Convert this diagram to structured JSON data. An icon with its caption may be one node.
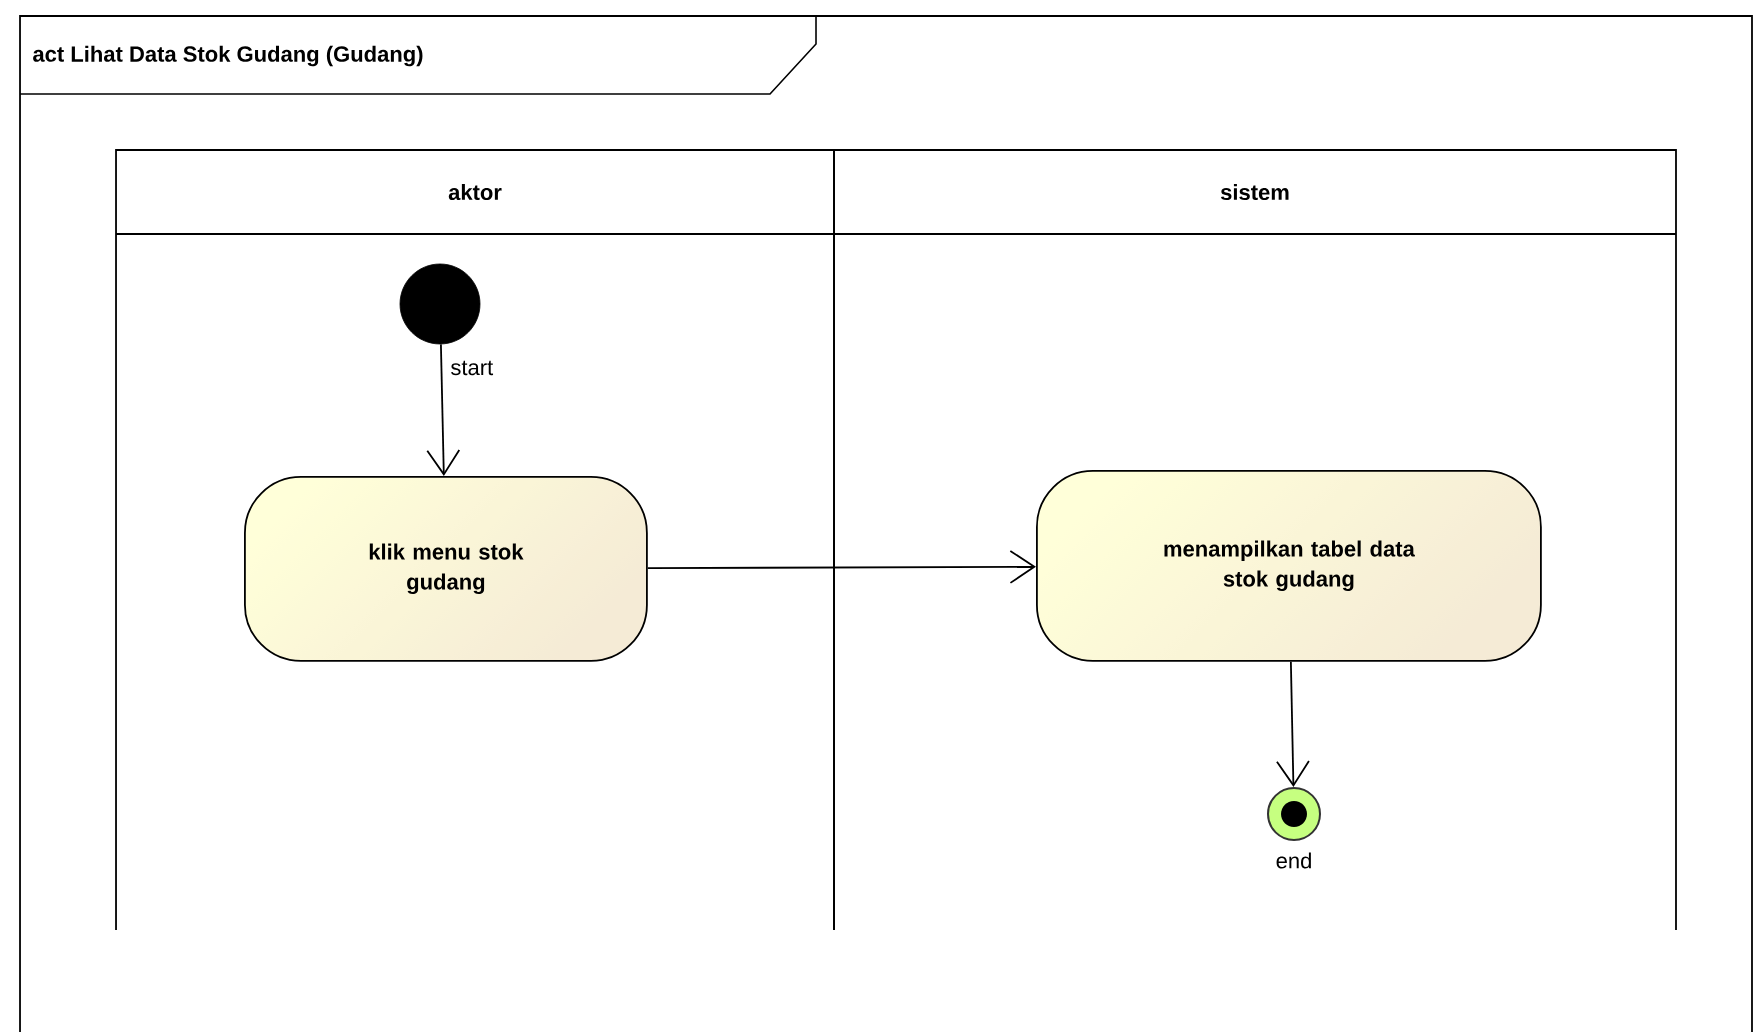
{
  "diagram": {
    "title": "act Lihat Data Stok Gudang (Gudang)",
    "nodes": [
      {
        "text": [
          "aktor"
        ]
      },
      {
        "text": [
          "sistem"
        ]
      },
      {
        "text": [],
        "shape": "circle",
        "beside": [
          "start"
        ],
        "in": 0
      },
      {
        "text": [
          "klik menu stok gudang"
        ],
        "in": 0
      },
      {
        "text": [
          "menampilkan tabel data stok gudang"
        ],
        "in": 1
      },
      {
        "text": [],
        "shape": "circle",
        "beside": [
          "end"
        ],
        "in": 1
      }
    ],
    "edges": [
      {
        "from": 2,
        "to": 3,
        "arrow": "to"
      },
      {
        "from": 3,
        "to": 4,
        "arrow": "to"
      },
      {
        "from": 4,
        "to": 5,
        "arrow": "to"
      }
    ]
  }
}
